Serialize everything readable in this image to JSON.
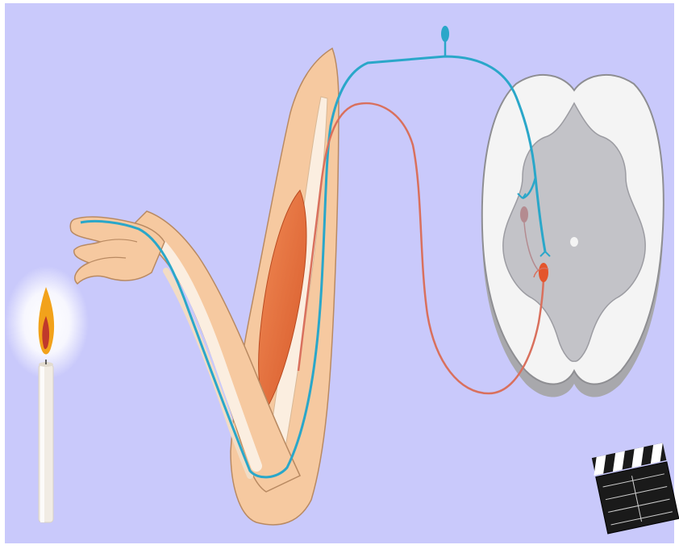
{
  "diagram": {
    "subject": "reflex-arc",
    "parts": [
      {
        "id": "candle",
        "icon": "candle-icon"
      },
      {
        "id": "arm",
        "icon": "arm-icon"
      },
      {
        "id": "biceps-muscle",
        "icon": "muscle-icon"
      },
      {
        "id": "sensory-neuron",
        "icon": "nerve-icon"
      },
      {
        "id": "motor-neuron",
        "icon": "nerve-icon"
      },
      {
        "id": "spinal-cord",
        "icon": "spinal-cord-icon"
      },
      {
        "id": "video-clapperboard",
        "icon": "clapperboard-icon"
      }
    ],
    "colors": {
      "background": "#c9c9fb",
      "sensory": "#2aa7c9",
      "motor": "#d9705d",
      "skin": "#f6c9a0",
      "muscle": "#e8733a",
      "white_matter": "#f4f4f4",
      "grey_matter": "#c3c3c8",
      "flame": "#f2a21b"
    }
  }
}
